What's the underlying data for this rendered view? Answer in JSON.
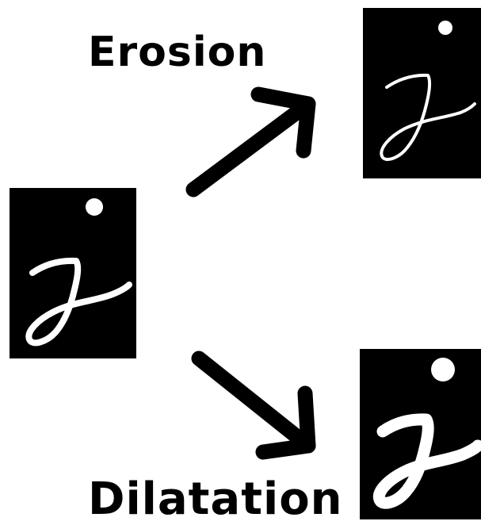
{
  "labels": {
    "top": "Erosion",
    "bottom": "Dilatation"
  },
  "panels": {
    "original": {
      "letter": "j",
      "stroke": "medium"
    },
    "eroded": {
      "letter": "j",
      "stroke": "thin"
    },
    "dilated": {
      "letter": "j",
      "stroke": "thick"
    }
  },
  "colors": {
    "background": "#ffffff",
    "panel": "#000000",
    "glyph": "#ffffff",
    "arrow": "#000000",
    "text": "#000000"
  }
}
